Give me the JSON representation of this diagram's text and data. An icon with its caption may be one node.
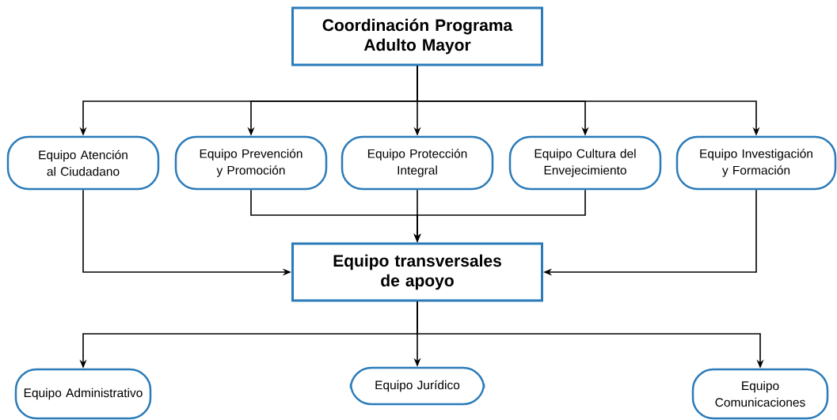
{
  "diagram": {
    "nodes": [
      {
        "text": [
          "Coordinación Programa Adulto Mayor"
        ]
      },
      {
        "text": [
          "Equipo Atención al Ciudadano"
        ]
      },
      {
        "text": [
          "Equipo Prevención y Promoción"
        ]
      },
      {
        "text": [
          "Equipo Protección Integral"
        ]
      },
      {
        "text": [
          "Equipo Cultura del Envejecimiento"
        ]
      },
      {
        "text": [
          "Equipo Investigación y Formación"
        ]
      },
      {
        "text": [
          "Equipo transversales de apoyo"
        ]
      },
      {
        "text": [
          "Equipo Administrativo"
        ]
      },
      {
        "text": [
          "Equipo Jurídico"
        ]
      },
      {
        "text": [
          "Equipo Comunicaciones"
        ]
      }
    ],
    "edges": [
      {
        "from": 0,
        "to": 1,
        "arrow": "to"
      },
      {
        "from": 0,
        "to": 2,
        "arrow": "to"
      },
      {
        "from": 0,
        "to": 3,
        "arrow": "to"
      },
      {
        "from": 0,
        "to": 4,
        "arrow": "to"
      },
      {
        "from": 0,
        "to": 5,
        "arrow": "to"
      },
      {
        "from": 1,
        "to": 6,
        "arrow": "to"
      },
      {
        "from": 2,
        "to": 6,
        "arrow": "to"
      },
      {
        "from": 3,
        "to": 6,
        "arrow": "to"
      },
      {
        "from": 4,
        "to": 6,
        "arrow": "to"
      },
      {
        "from": 5,
        "to": 6,
        "arrow": "to"
      },
      {
        "from": 6,
        "to": 7,
        "arrow": "to"
      },
      {
        "from": 6,
        "to": 8,
        "arrow": "to"
      },
      {
        "from": 6,
        "to": 9,
        "arrow": "to"
      }
    ]
  }
}
